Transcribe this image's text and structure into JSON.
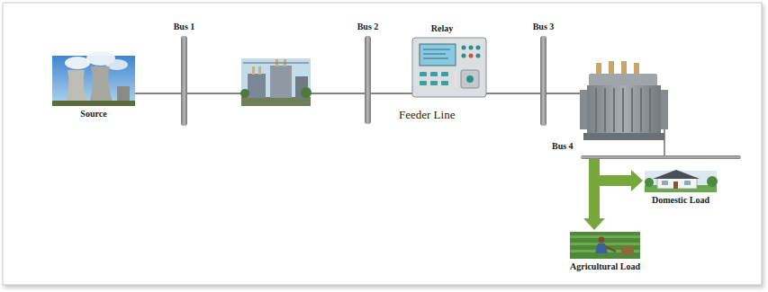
{
  "diagram": {
    "nodes": [
      {
        "text": [
          "Source"
        ]
      },
      {
        "text": [
          "Bus 1"
        ]
      },
      {
        "text": [
          "Bus 2"
        ]
      },
      {
        "text": [
          "Relay"
        ]
      },
      {
        "text": [
          "Bus 3"
        ]
      },
      {
        "text": [
          "Bus 4"
        ]
      },
      {
        "text": [
          "Domestic Load"
        ]
      },
      {
        "text": [
          "Agricultural Load"
        ]
      }
    ],
    "edges": [
      {
        "from": 0,
        "to": 1,
        "arrow": "none"
      },
      {
        "from": 1,
        "to": 2,
        "arrow": "none"
      },
      {
        "from": 2,
        "to": 3,
        "arrow": "none"
      },
      {
        "from": 3,
        "to": 4,
        "arrow": "none"
      },
      {
        "from": 4,
        "to": 5,
        "arrow": "none"
      },
      {
        "from": 5,
        "to": 6,
        "arrow": "to"
      },
      {
        "from": 5,
        "to": 7,
        "arrow": "to"
      }
    ],
    "labels": [
      "Feeder Line"
    ]
  }
}
